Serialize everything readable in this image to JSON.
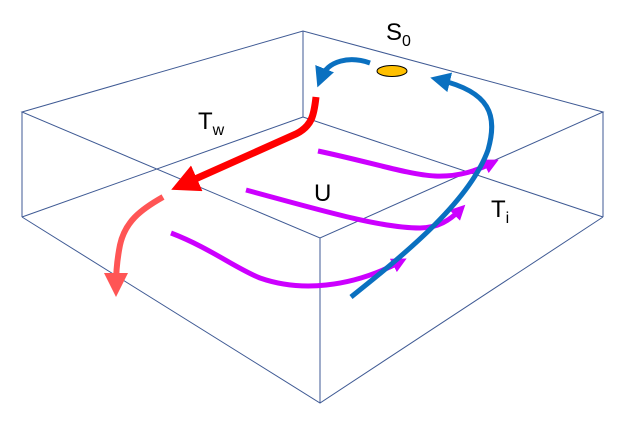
{
  "labels": {
    "s0": {
      "main": "S",
      "sub": "0"
    },
    "tw": {
      "main": "T",
      "sub": "w"
    },
    "u": {
      "main": "U"
    },
    "ti": {
      "main": "T",
      "sub": "i"
    }
  },
  "colors": {
    "box": "#3f5a94",
    "red": "#ff0000",
    "light_red": "#ff5555",
    "blue": "#0a70c0",
    "purple": "#cc00ff",
    "source": "#ffc000"
  }
}
